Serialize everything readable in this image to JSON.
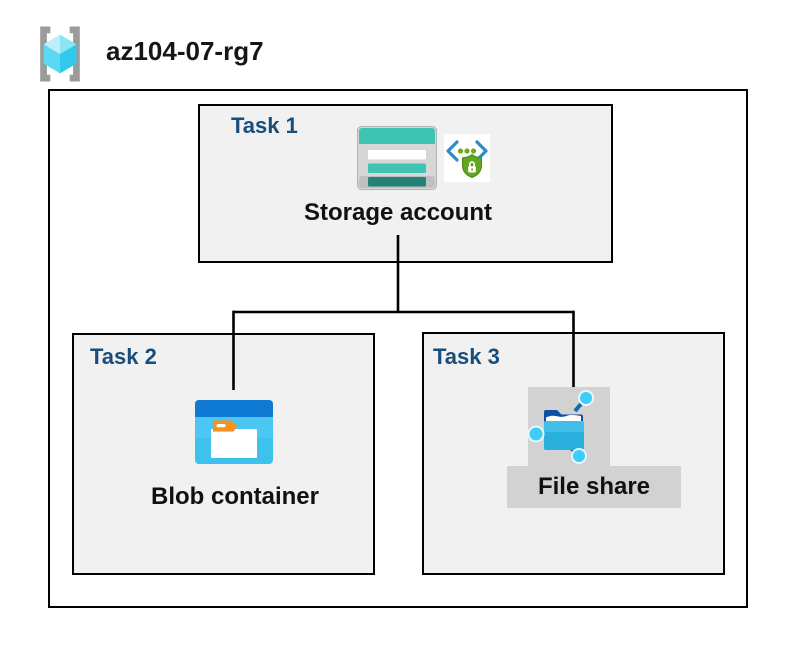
{
  "header": {
    "resource_group_name": "az104-07-rg7",
    "icon": "resource-group"
  },
  "diagram": {
    "tasks": [
      {
        "label": "Task 1",
        "resource": "Storage account",
        "icons": [
          "storage-account",
          "sas-security-shield"
        ]
      },
      {
        "label": "Task 2",
        "resource": "Blob container",
        "icons": [
          "blob-container"
        ]
      },
      {
        "label": "Task 3",
        "resource": "File share",
        "icons": [
          "file-share"
        ]
      }
    ],
    "connections": [
      {
        "from": "Storage account",
        "to": "Blob container"
      },
      {
        "from": "Storage account",
        "to": "File share"
      }
    ]
  },
  "colors": {
    "task_label": "#1b4d7a",
    "task_box_bg": "#f1f1f1",
    "box_border": "#000000",
    "connector_line": "#000000",
    "storage_teal": "#3fc3b3",
    "storage_dark_teal": "#258176",
    "blob_header_blue": "#0f7ad3",
    "blob_body_cyan": "#3fc1ee",
    "folder_tab_orange": "#f69220",
    "fileshare_navy": "#0d4fa4",
    "fileshare_body_cyan": "#2bb0de",
    "network_node_cyan": "#3ecdf5",
    "shield_green": "#61a61e",
    "code_bracket_blue": "#2d8ac9",
    "icon_plate_gray": "#d2d2d2",
    "rg_bracket_gray": "#9b9b9b",
    "rg_cube_cyan": "#5bd8f3"
  }
}
